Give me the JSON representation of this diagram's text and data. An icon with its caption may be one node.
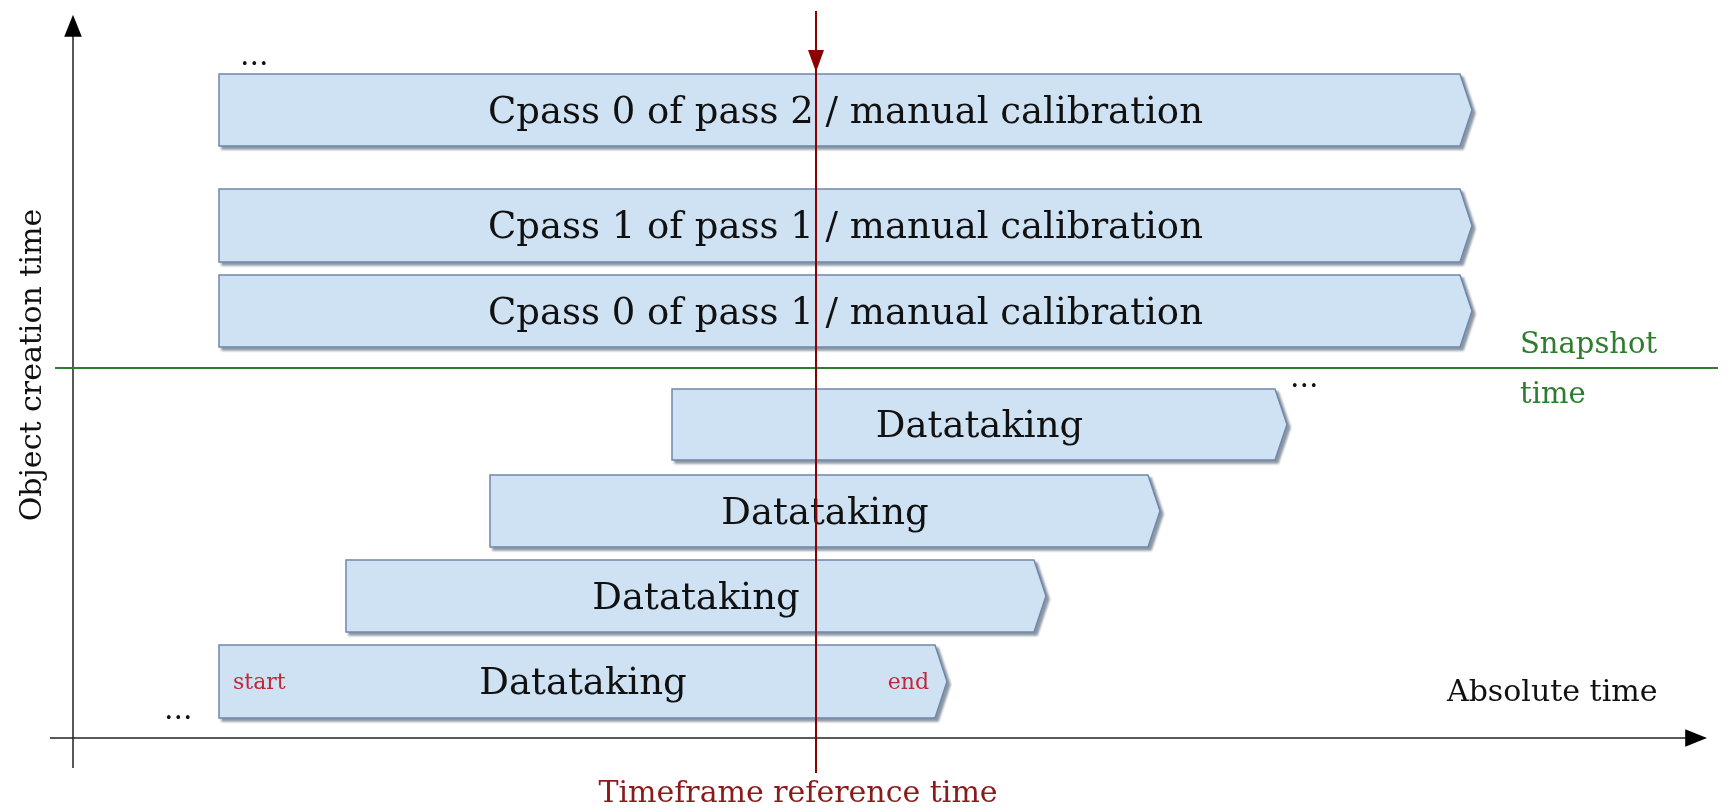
{
  "diagram": {
    "nodes": [
      {
        "text": [
          "Cpass 0 of pass 2 / manual calibration"
        ]
      },
      {
        "text": [
          "Cpass 1 of pass 1 / manual calibration"
        ]
      },
      {
        "text": [
          "Cpass 0 of pass 1 / manual calibration"
        ]
      },
      {
        "text": [
          "Datataking"
        ]
      },
      {
        "text": [
          "Datataking"
        ]
      },
      {
        "text": [
          "Datataking"
        ]
      },
      {
        "text": [
          "start",
          "Datataking",
          "end"
        ]
      }
    ],
    "edges": [],
    "labels": [
      "...",
      "Snapshot time",
      "...",
      "...",
      "Absolute time",
      "Object creation time",
      "Timeframe reference time"
    ]
  }
}
